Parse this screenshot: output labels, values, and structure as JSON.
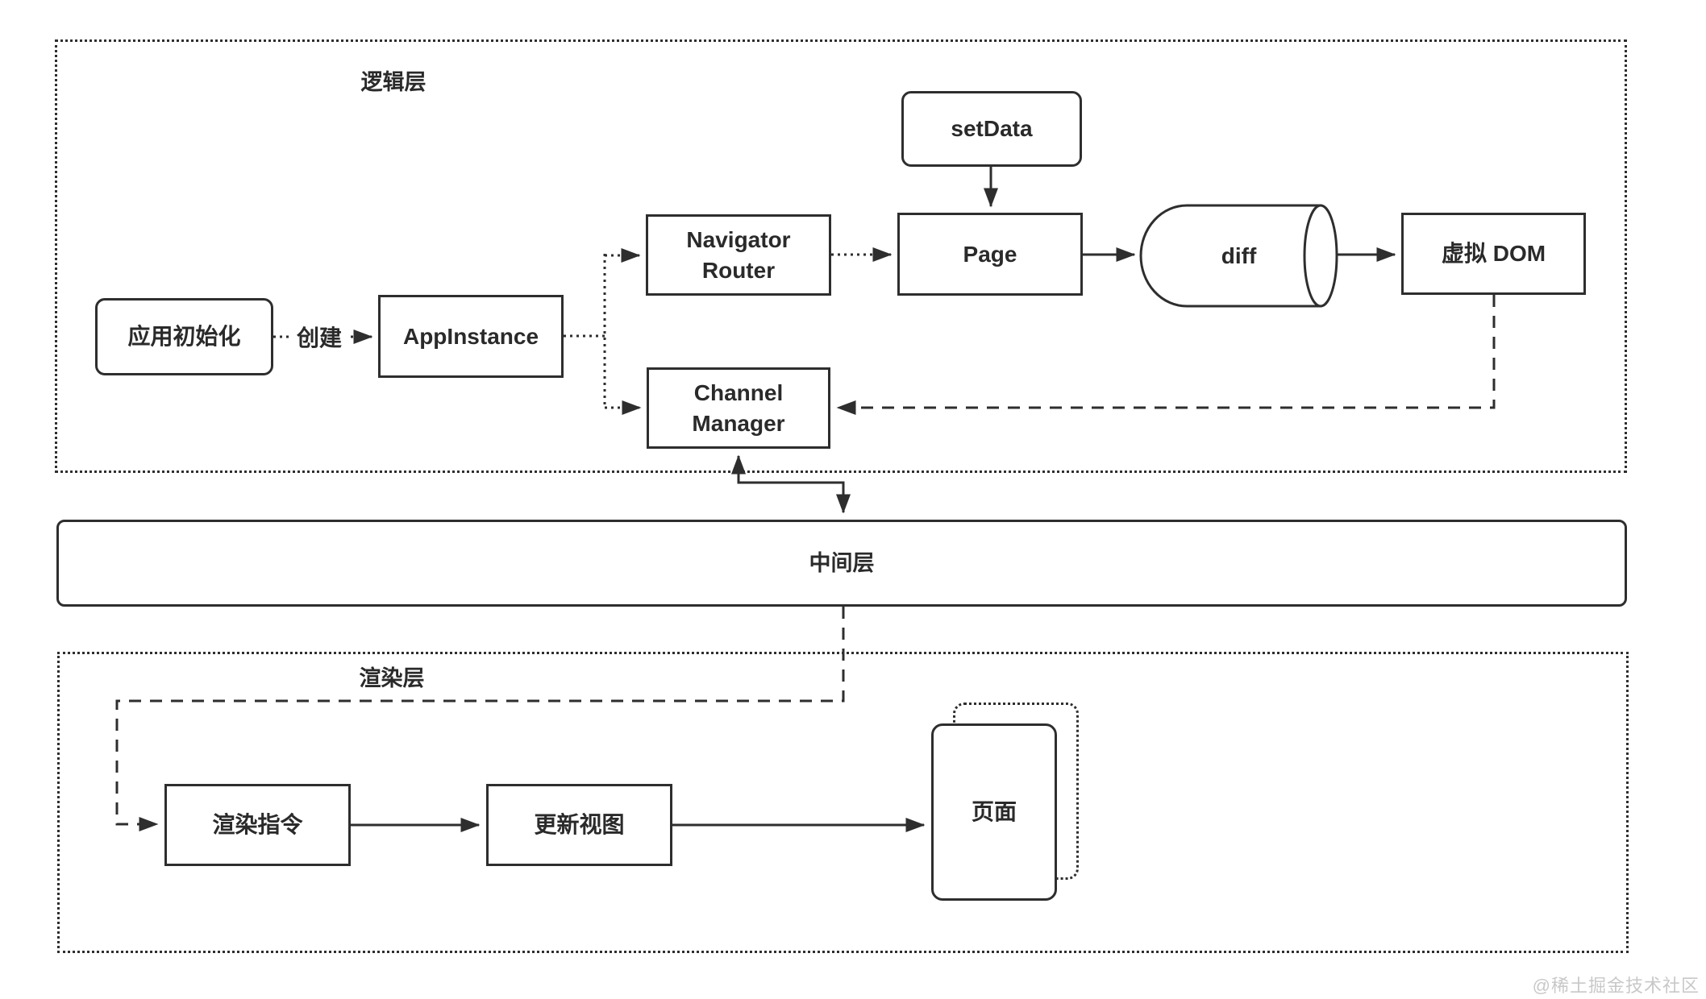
{
  "layers": {
    "logic": "逻辑层",
    "middle": "中间层",
    "render": "渲染层"
  },
  "nodes": {
    "app_init": "应用初始化",
    "app_instance": "AppInstance",
    "navigator_router": "Navigator Router",
    "channel_manager": "Channel Manager",
    "set_data": "setData",
    "page": "Page",
    "diff": "diff",
    "virtual_dom": "虚拟 DOM",
    "render_cmd": "渲染指令",
    "update_view": "更新视图",
    "page_view": "页面"
  },
  "edges": {
    "create": "创建"
  },
  "watermark": "@稀土掘金技术社区",
  "colors": {
    "line": "#2e2e2e",
    "text": "#2a2a2a",
    "watermark": "#c8c8c8",
    "background": "#ffffff"
  }
}
